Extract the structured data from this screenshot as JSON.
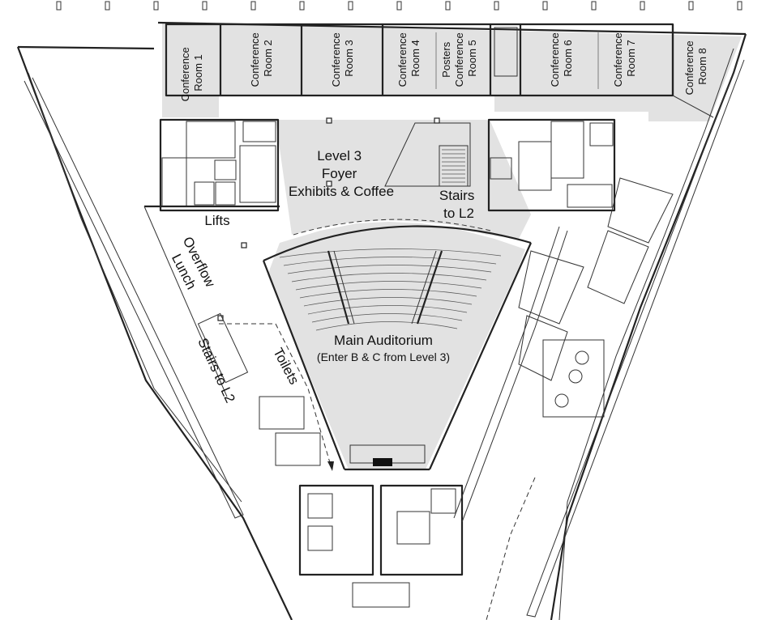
{
  "labels": {
    "conference_room_1": [
      "Conference",
      "Room 1"
    ],
    "conference_room_2": [
      "Conference",
      "Room 2"
    ],
    "conference_room_3": [
      "Conference",
      "Room 3"
    ],
    "conference_room_4": [
      "Conference",
      "Room 4"
    ],
    "posters_conference_room_5": [
      "Posters",
      "Conference",
      "Room 5"
    ],
    "conference_room_6": [
      "Conference",
      "Room 6"
    ],
    "conference_room_7": [
      "Conference",
      "Room 7"
    ],
    "conference_room_8": [
      "Conference",
      "Room 8"
    ],
    "foyer": [
      "Level 3",
      "Foyer",
      "Exhibits & Coffee"
    ],
    "stairs_to_l2_upper": [
      "Stairs",
      "to L2"
    ],
    "lifts": "Lifts",
    "overflow_lunch": [
      "Overflow",
      "Lunch"
    ],
    "stairs_to_l2_left": "Stairs to L2",
    "toilets": "Toilets",
    "main_auditorium": "Main Auditorium",
    "auditorium_note": "(Enter B & C from Level 3)"
  },
  "colors": {
    "shade": "#e2e2e2",
    "wall": "#222222",
    "background": "#ffffff"
  }
}
